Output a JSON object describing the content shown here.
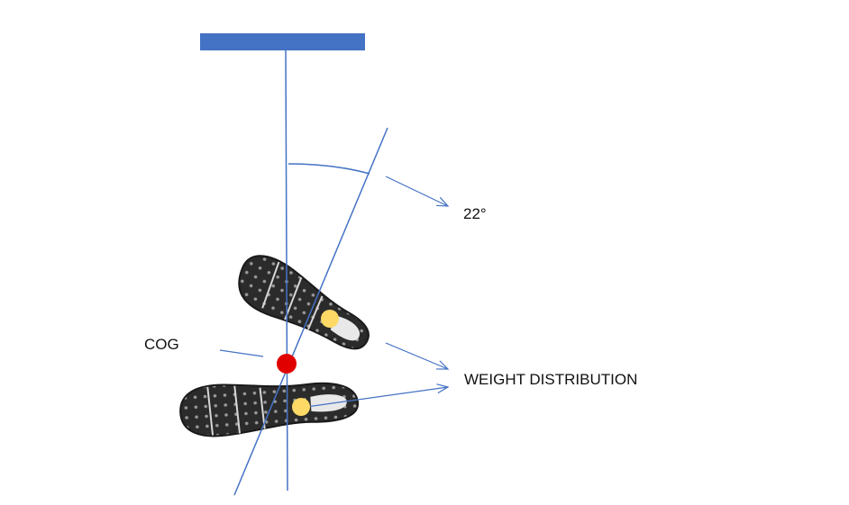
{
  "labels": {
    "angle": "22°",
    "cog": "COG",
    "weight_distribution": "WEIGHT DISTRIBUTION"
  },
  "colors": {
    "line": "#4472C4",
    "bar": "#4472C4",
    "cog_dot": "#E00000",
    "weight_dot": "#FFD966",
    "sole": "#2b2b2b"
  }
}
